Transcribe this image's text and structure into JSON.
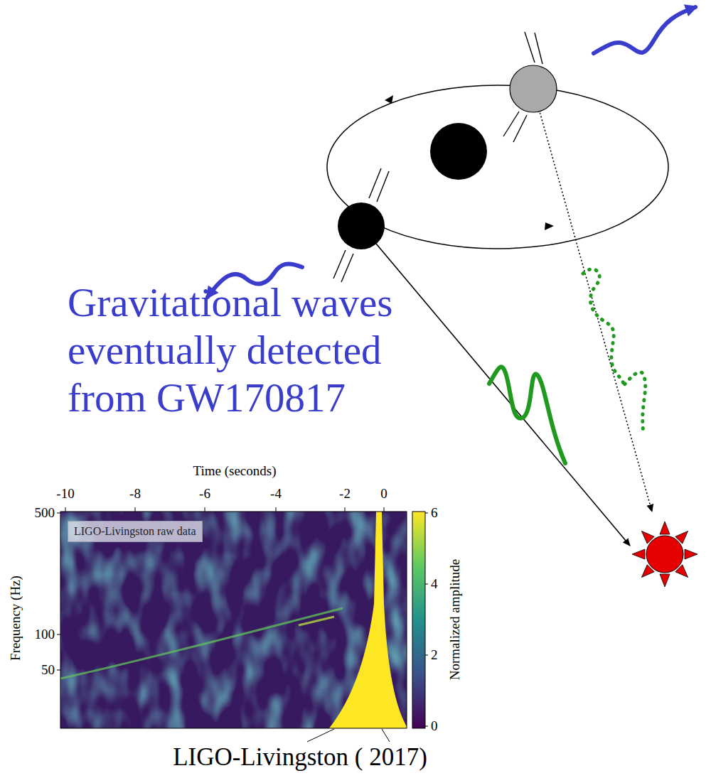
{
  "diagram": {
    "nodes": [
      {
        "text": [
          "LIGO-Livingston raw data"
        ]
      }
    ],
    "labels": [
      "Gravitational waves eventually detected from GW170817",
      "Time (seconds)",
      "-10",
      "-8",
      "-6",
      "-4",
      "-2",
      "0",
      "500",
      "100",
      "50",
      "Frequency (Hz)",
      "6",
      "4",
      "2",
      "0",
      "Normalized amplitude",
      "LIGO-Livingston ( 2017)"
    ]
  }
}
